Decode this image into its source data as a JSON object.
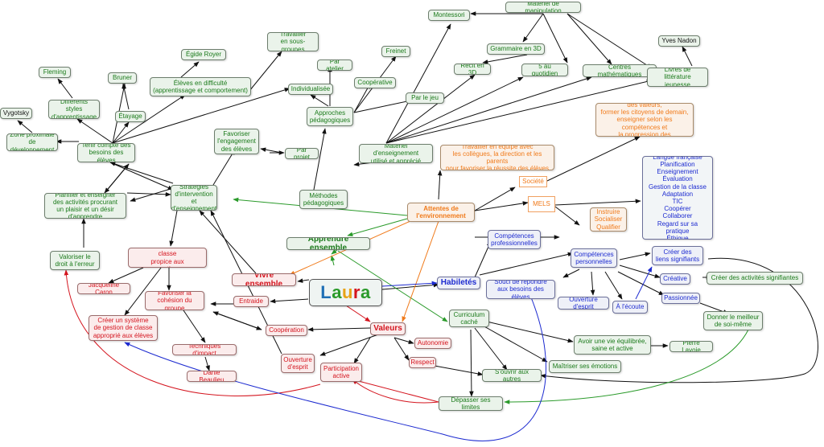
{
  "center": {
    "letters": [
      {
        "ch": "L",
        "color": "#1f6fb5"
      },
      {
        "ch": "a",
        "color": "#2a9a2a"
      },
      {
        "ch": "u",
        "color": "#e8a317"
      },
      {
        "ch": "r",
        "color": "#d4141e"
      },
      {
        "ch": "a",
        "color": "#2a9a2a"
      }
    ]
  },
  "nodes": [
    {
      "id": "materiel-manip",
      "label": "Matériel de manipulation",
      "color": "green"
    },
    {
      "id": "montessori",
      "label": "Montessori",
      "color": "green"
    },
    {
      "id": "yves-nadon",
      "label": "Yves Nadon",
      "color": "dark"
    },
    {
      "id": "travailler-sous-groupes",
      "label": "Travailler\nen sous-groupes",
      "color": "green"
    },
    {
      "id": "egide-royer",
      "label": "Égide Royer",
      "color": "green"
    },
    {
      "id": "freinet",
      "label": "Freinet",
      "color": "green"
    },
    {
      "id": "grammaire-3d",
      "label": "Grammaire en 3D",
      "color": "green"
    },
    {
      "id": "par-atelier",
      "label": "Par atelier",
      "color": "green"
    },
    {
      "id": "fleming",
      "label": "Fleming",
      "color": "green"
    },
    {
      "id": "recit-3d",
      "label": "Récit en 3D",
      "color": "green"
    },
    {
      "id": "cinq-quotidien",
      "label": "5 au quotidien",
      "color": "green"
    },
    {
      "id": "centres-math",
      "label": "Centres mathématiques",
      "color": "green"
    },
    {
      "id": "livres-litterature",
      "label": "Livres de littérature\njeunesse",
      "color": "green"
    },
    {
      "id": "bruner",
      "label": "Bruner",
      "color": "green"
    },
    {
      "id": "eleves-difficulte",
      "label": "Élèves en difficulté\n(apprentissage et comportement)",
      "color": "green"
    },
    {
      "id": "cooperative",
      "label": "Coopérative",
      "color": "green"
    },
    {
      "id": "individualisee",
      "label": "Individualisée",
      "color": "green"
    },
    {
      "id": "par-le-jeu",
      "label": "Par le jeu",
      "color": "green"
    },
    {
      "id": "differents-styles",
      "label": "Différents styles\nd'apprentissage",
      "color": "green"
    },
    {
      "id": "etre-modele",
      "label": "Être un modèle transmettant des valeurs,\nformer les citoyens de demain,\nenseigner selon les compétences et\nla progression des apprentissages",
      "color": "orange"
    },
    {
      "id": "vygotsky",
      "label": "Vygotsky",
      "color": "dark"
    },
    {
      "id": "etayage",
      "label": "Étayage",
      "color": "green"
    },
    {
      "id": "approches-pedago",
      "label": "Approches\npédagogiques",
      "color": "green"
    },
    {
      "id": "favoriser-engagement",
      "label": "Favoriser\nl'engagement\ndes élèves",
      "color": "green"
    },
    {
      "id": "zone-proximale",
      "label": "Zone proximale de\ndéveloppement",
      "color": "green"
    },
    {
      "id": "tenir-compte",
      "label": "Tenir compte des\nbesoins des élèves",
      "color": "green"
    },
    {
      "id": "par-projet",
      "label": "Par projet",
      "color": "green"
    },
    {
      "id": "materiel-enseignement",
      "label": "Matériel d'enseignement\nutilisé et apprécié",
      "color": "green"
    },
    {
      "id": "travailler-equipe",
      "label": "Travailler en équipe avec\nles collègues, la direction et les parents\npour favoriser la réussite des élèves",
      "color": "orange"
    },
    {
      "id": "competences-list",
      "label": "Culture\nLangue française\nPlanification\nEnseignement\nÉvaluation\nGestion de la classe\nAdaptation\nTIC\nCoopérer\nCollaborer\nRegard sur sa pratique\nÉthique professionnelle",
      "color": "blue"
    },
    {
      "id": "societe",
      "label": "Société",
      "color": "orange-box"
    },
    {
      "id": "strategies",
      "label": "Stratégies\nd'intervention\net d'enseignement",
      "color": "green"
    },
    {
      "id": "planifier",
      "label": "Planifier et enseigner\ndes activités procurant\nun plaisir et un désir d'apprendre",
      "color": "green"
    },
    {
      "id": "methodes-pedago",
      "label": "Méthodes\npédagogiques",
      "color": "green"
    },
    {
      "id": "mels",
      "label": "MELS",
      "color": "orange-box"
    },
    {
      "id": "attentes",
      "label": "Attentes de\nl'environnement",
      "color": "orange"
    },
    {
      "id": "instruire",
      "label": "Instruire\nSocialiser\nQualifier",
      "color": "orange"
    },
    {
      "id": "apprendre-ensemble",
      "label": "Apprendre ensemble",
      "color": "green"
    },
    {
      "id": "competences-pro",
      "label": "Compétences\nprofessionnelles",
      "color": "blue"
    },
    {
      "id": "valoriser-erreur",
      "label": "Valoriser le\ndroit à l'erreur",
      "color": "green"
    },
    {
      "id": "creer-climat",
      "label": "Créer un climat de classe\npropice aux apprentissage",
      "color": "red"
    },
    {
      "id": "competences-perso",
      "label": "Compétences\npersonnelles",
      "color": "blue"
    },
    {
      "id": "creer-liens",
      "label": "Créer des\nliens signifiants",
      "color": "blue"
    },
    {
      "id": "vivre-ensemble",
      "label": "Vivre ensemble",
      "color": "red"
    },
    {
      "id": "creative",
      "label": "Créative",
      "color": "blue"
    },
    {
      "id": "creer-activites",
      "label": "Créer des activités signifiantes",
      "color": "green"
    },
    {
      "id": "habiletes",
      "label": "Habiletés",
      "color": "blue"
    },
    {
      "id": "jacqueline-caron",
      "label": "Jacqueline Caron",
      "color": "red"
    },
    {
      "id": "souci-repondre",
      "label": "Souci de répondre\naux besoins des élèves",
      "color": "blue"
    },
    {
      "id": "favoriser-cohesion",
      "label": "Favoriser la\ncohésion du groupe",
      "color": "red"
    },
    {
      "id": "entraide",
      "label": "Entraide",
      "color": "red"
    },
    {
      "id": "ouverture-esprit-blue",
      "label": "Ouverture d'esprit",
      "color": "blue"
    },
    {
      "id": "passionnee",
      "label": "Passionnée",
      "color": "blue"
    },
    {
      "id": "a-l-ecoute",
      "label": "À l'écoute",
      "color": "blue"
    },
    {
      "id": "curriculum-cache",
      "label": "Curriculum\ncaché",
      "color": "green"
    },
    {
      "id": "donner-meilleur",
      "label": "Donner le meilleur\nde soi-même",
      "color": "green"
    },
    {
      "id": "creer-systeme",
      "label": "Créer un système\nde gestion de classe\napproprié aux élèves",
      "color": "red"
    },
    {
      "id": "valeurs",
      "label": "Valeurs",
      "color": "red"
    },
    {
      "id": "cooperation",
      "label": "Coopération",
      "color": "red"
    },
    {
      "id": "autonomie",
      "label": "Autonomie",
      "color": "red"
    },
    {
      "id": "avoir-vie",
      "label": "Avoir une vie équilibrée,\nsaine et active",
      "color": "green"
    },
    {
      "id": "pierre-lavoie",
      "label": "Pierre Lavoie",
      "color": "green"
    },
    {
      "id": "techniques-impact",
      "label": "Techniques d'impact",
      "color": "red"
    },
    {
      "id": "ouverture-esprit-red",
      "label": "Ouverture\nd'esprit",
      "color": "red"
    },
    {
      "id": "respect",
      "label": "Respect",
      "color": "red"
    },
    {
      "id": "maitriser-emotions",
      "label": "Maîtriser ses émotions",
      "color": "green"
    },
    {
      "id": "participation-active",
      "label": "Participation\nactive",
      "color": "red"
    },
    {
      "id": "s-ouvrir",
      "label": "S'ouvrir aux autres",
      "color": "green"
    },
    {
      "id": "danie-beaulieu",
      "label": "Danie Beaulieu",
      "color": "red"
    },
    {
      "id": "depasser-limites",
      "label": "Dépasser ses limites",
      "color": "green"
    }
  ],
  "colors": {
    "green": "#1a7a1a",
    "red": "#d4141e",
    "blue": "#1d2bd0",
    "orange": "#f07a1a",
    "edge": "#111111"
  }
}
